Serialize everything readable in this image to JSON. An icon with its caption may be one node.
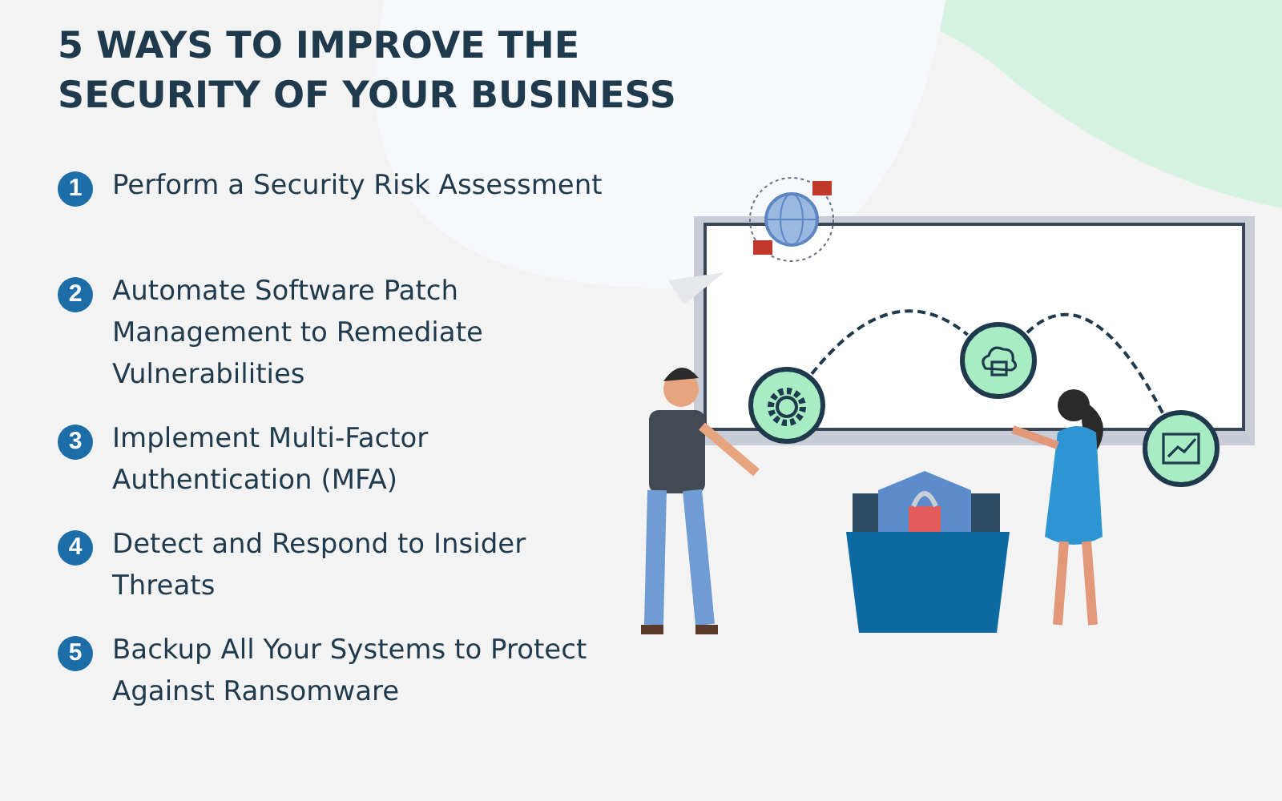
{
  "diagram": {
    "title": "5 WAYS TO IMPROVE THE SECURITY OF YOUR BUSINESS",
    "nodes": [
      {
        "text": [
          "1"
        ],
        "beside": [
          "Perform a Security Risk Assessment"
        ]
      },
      {
        "text": [
          "2"
        ],
        "beside": [
          "Automate Software Patch Management to Remediate Vulnerabilities"
        ]
      },
      {
        "text": [
          "3"
        ],
        "beside": [
          "Implement Multi-Factor Authentication (MFA)"
        ]
      },
      {
        "text": [
          "4"
        ],
        "beside": [
          "Detect and Respond to Insider Threats"
        ]
      },
      {
        "text": [
          "5"
        ],
        "beside": [
          "Backup All Your Systems to Protect Against Ransomware"
        ]
      },
      {
        "text": [],
        "shape": "picture"
      },
      {
        "text": [],
        "shape": "picture"
      },
      {
        "text": [],
        "shape": "picture"
      }
    ],
    "edges": [
      {
        "from": 5,
        "to": 6,
        "arrow": "none",
        "style": "dashed"
      },
      {
        "from": 6,
        "to": 7,
        "arrow": "none",
        "style": "dashed"
      }
    ]
  }
}
